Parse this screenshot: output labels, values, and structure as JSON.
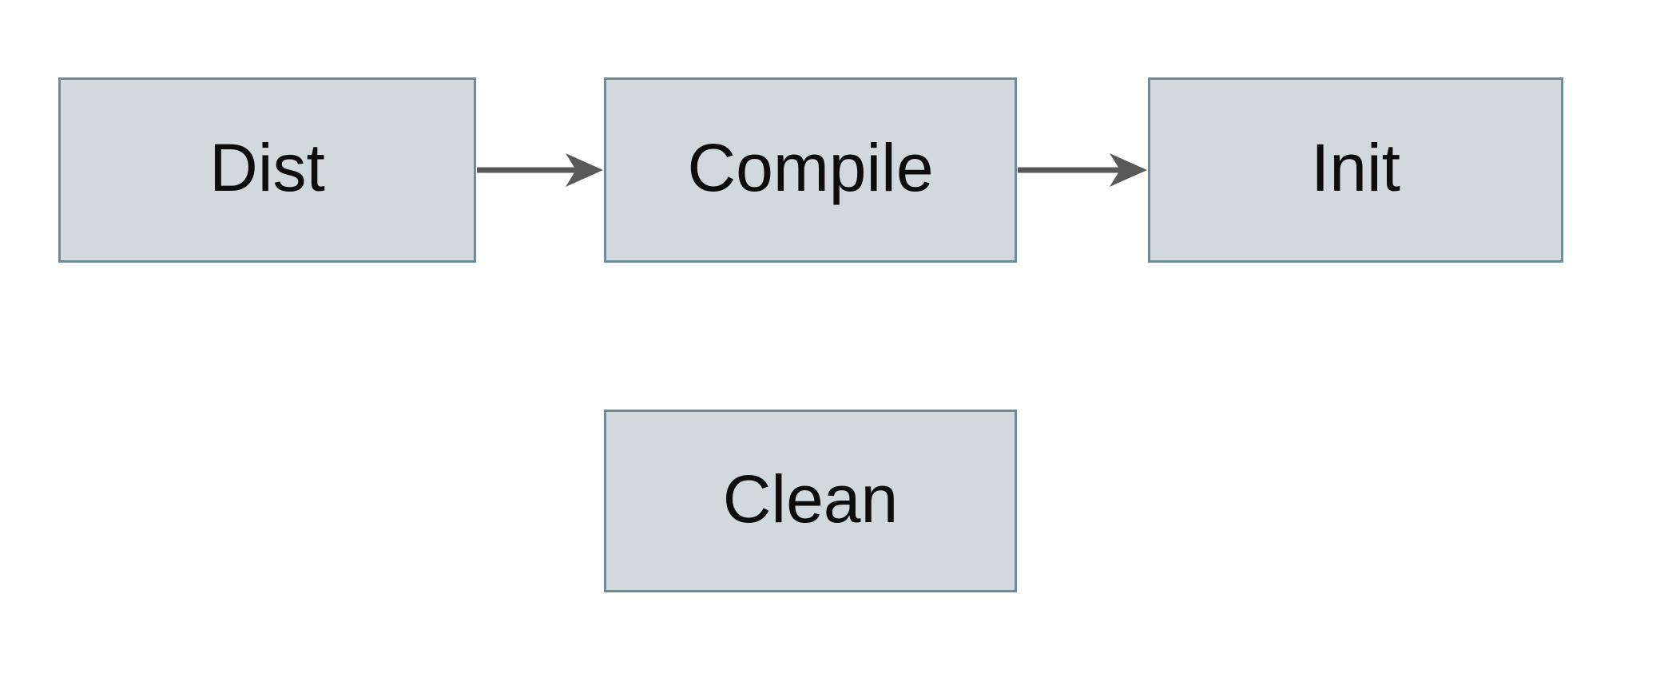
{
  "diagram": {
    "title": "build-targets-flowchart",
    "nodes": [
      {
        "id": "dist",
        "label": "Dist"
      },
      {
        "id": "compile",
        "label": "Compile"
      },
      {
        "id": "init",
        "label": "Init"
      },
      {
        "id": "clean",
        "label": "Clean"
      }
    ],
    "edges": [
      {
        "from": "dist",
        "to": "compile",
        "direction": "right"
      },
      {
        "from": "compile",
        "to": "init",
        "direction": "right"
      }
    ]
  },
  "colors": {
    "background": "#ffffff",
    "node_fill": "#d1d9dd",
    "node_border": "#6e8b9a",
    "arrow": "#595959",
    "text": "#0d0d0d"
  }
}
